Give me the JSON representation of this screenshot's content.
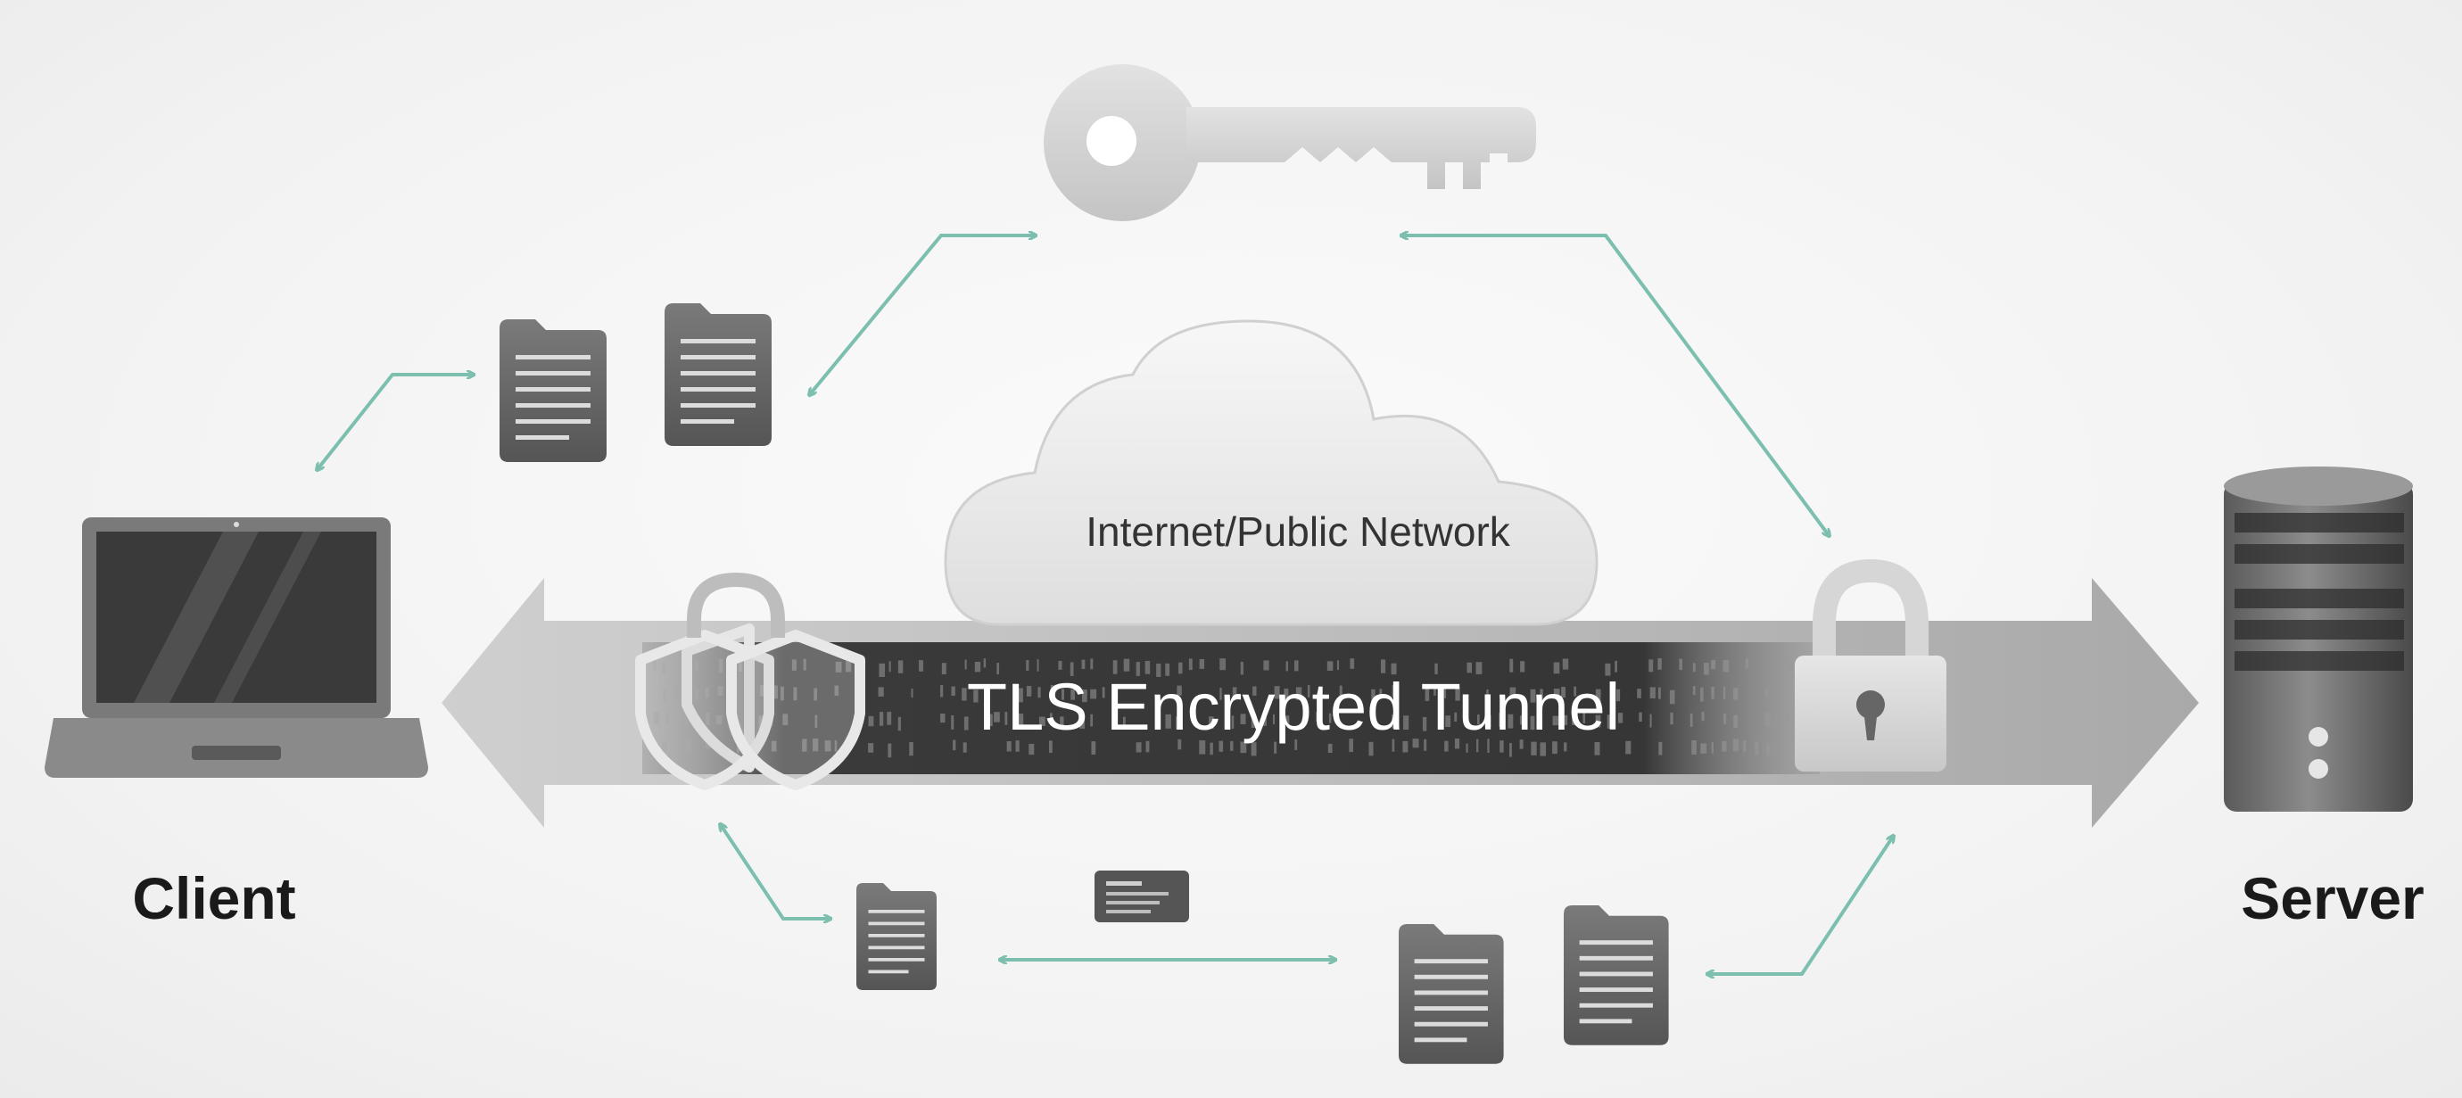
{
  "labels": {
    "client": "Client",
    "server": "Server",
    "cloud": "Internet/Public Network",
    "tunnel": "TLS Encrypted Tunnel"
  },
  "icons": {
    "client": "laptop-icon",
    "server": "server-tower-icon",
    "key": "key-icon",
    "cloud": "cloud-icon",
    "shields": "shield-icon",
    "padlocks": "padlock-icon",
    "documents": "document-icon",
    "card": "certificate-card-icon"
  },
  "colors": {
    "arrow_accent": "#7dbfae",
    "tunnel_dark": "#3a3a3a",
    "icon_gray": "#6e6e6e",
    "light_gray": "#d6d6d6",
    "label_text": "#1a1a1a"
  }
}
